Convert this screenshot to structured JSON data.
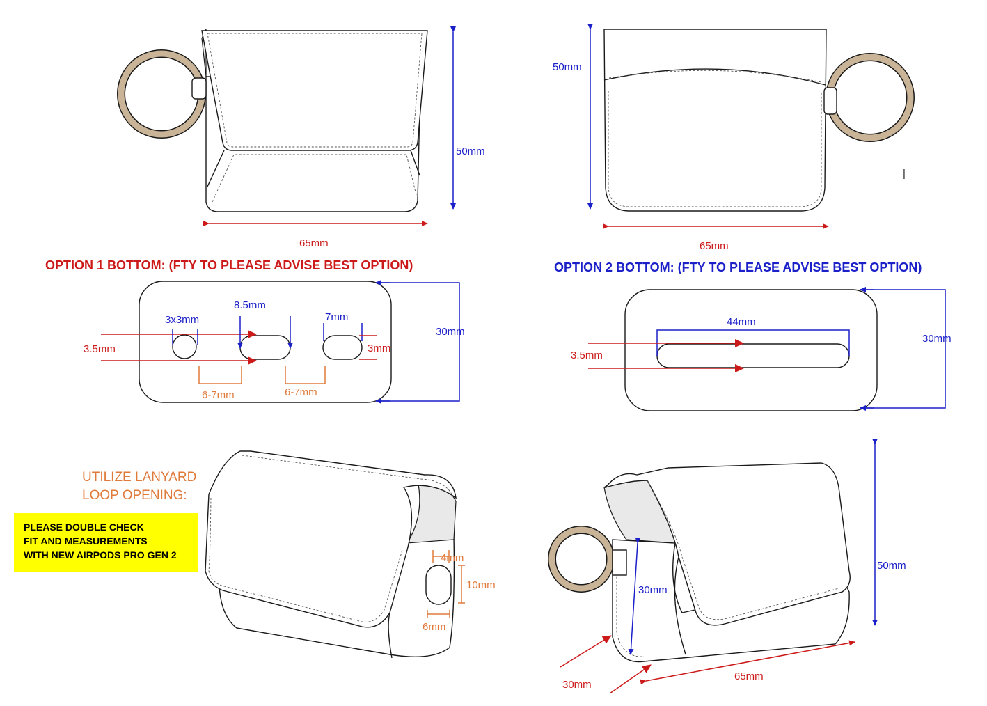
{
  "headings": {
    "option1": "OPTION 1 BOTTOM: (FTY TO PLEASE ADVISE BEST OPTION)",
    "option2": "OPTION 2 BOTTOM: (FTY TO PLEASE ADVISE BEST OPTION)"
  },
  "colors": {
    "blue": "#1c20c8",
    "red": "#cc1a1a",
    "orange": "#e07a3a",
    "highlight": "#ffff00",
    "ring": "#c9b498"
  },
  "front_view": {
    "height": "50mm",
    "width": "65mm"
  },
  "back_view": {
    "height": "50mm",
    "width": "65mm",
    "mark": "|"
  },
  "option1": {
    "hole_size": "3x3mm",
    "slot_length": "8.5mm",
    "slot2_length": "7mm",
    "slot_height": "3mm",
    "spacing_a": "6-7mm",
    "spacing_b": "6-7mm",
    "edge_offset": "3.5mm",
    "depth": "30mm"
  },
  "option2": {
    "slot_length": "44mm",
    "edge_offset": "3.5mm",
    "depth": "30mm"
  },
  "perspective_left": {
    "lanyard_note": [
      "UTILIZE LANYARD",
      "LOOP OPENING:"
    ],
    "opening_top": "4mm",
    "opening_height": "10mm",
    "opening_width": "6mm"
  },
  "perspective_right": {
    "height": "50mm",
    "inner": "30mm",
    "depth": "30mm",
    "width": "65mm"
  },
  "note": [
    "PLEASE DOUBLE CHECK",
    "FIT AND MEASUREMENTS",
    "WITH NEW AIRPODS PRO GEN 2"
  ]
}
